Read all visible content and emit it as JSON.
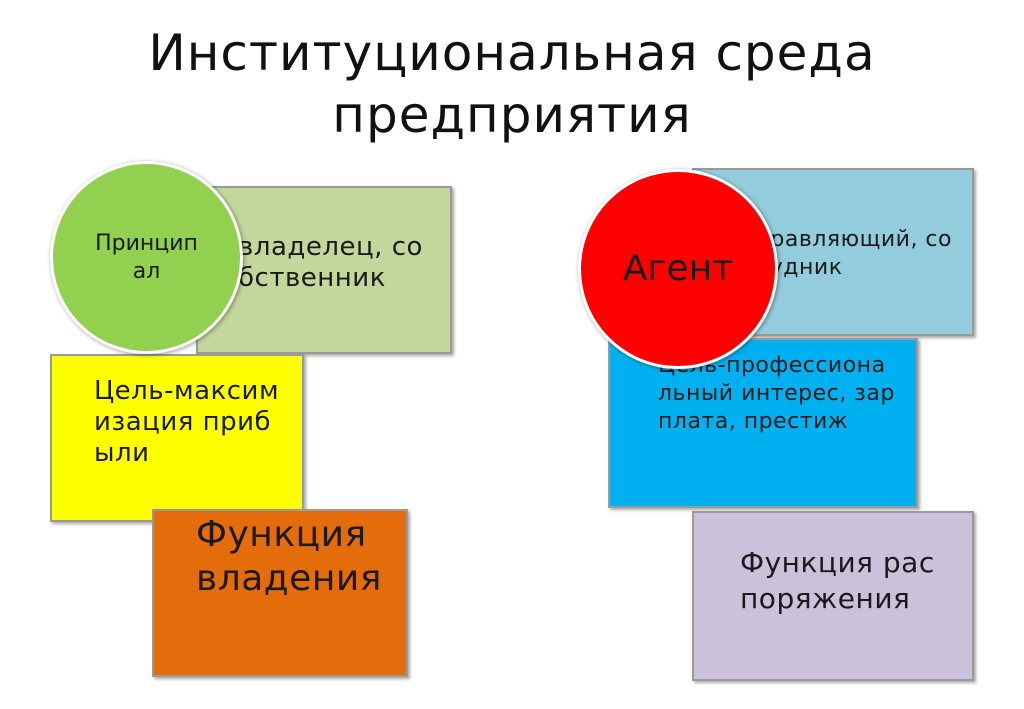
{
  "title": {
    "line1": "Институциональная среда",
    "line2": "предприятия"
  },
  "principal": {
    "circle_label": "Принцип ал",
    "role": "владелец, собственник",
    "goal": "Цель-максимизация прибыли",
    "function": "Функция владения"
  },
  "agent": {
    "circle_label": "Агент",
    "role": "управляющий, сотрудник",
    "goal": "Цель-профессиональный интерес, зарплата, престиж",
    "function": "Функция распоряжения"
  },
  "colors": {
    "principal_circle": "#92d050",
    "principal_role_box": "#c3d69b",
    "principal_goal_box": "#ffff00",
    "principal_function_box": "#e46c0a",
    "agent_circle": "#ff0000",
    "agent_role_box": "#93cddd",
    "agent_goal_box": "#00b0f0",
    "agent_function_box": "#ccc1da"
  }
}
